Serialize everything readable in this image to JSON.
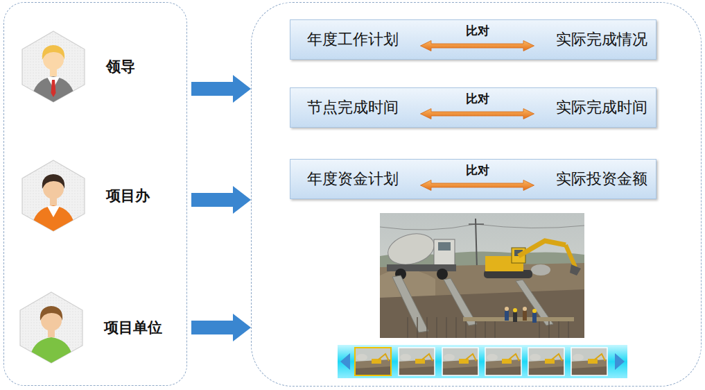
{
  "diagram": {
    "nodes": [
      {
        "text": []
      },
      {
        "text": [
          "领导"
        ],
        "in": 0
      },
      {
        "text": [
          "项目办"
        ],
        "in": 0
      },
      {
        "text": [
          "项目单位"
        ],
        "in": 0
      },
      {
        "text": []
      },
      {
        "text": [
          "年度工作计划",
          "比对",
          "实际完成情况"
        ],
        "in": 4
      },
      {
        "text": [
          "节点完成时间",
          "比对",
          "实际完成时间"
        ],
        "in": 4
      },
      {
        "text": [
          "年度资金计划",
          "比对",
          "实际投资金额"
        ],
        "in": 4
      }
    ],
    "edges": [
      {
        "from": 1,
        "to": 4,
        "arrow": "to"
      },
      {
        "from": 2,
        "to": 4,
        "arrow": "to"
      },
      {
        "from": 3,
        "to": 4,
        "arrow": "to"
      }
    ]
  }
}
